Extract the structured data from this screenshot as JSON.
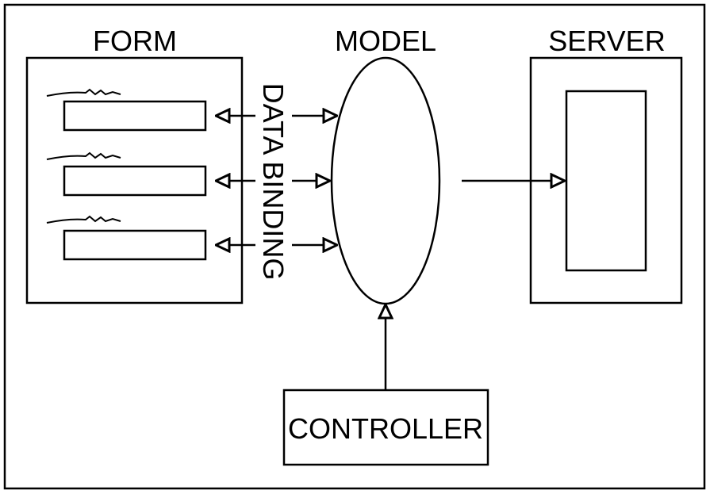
{
  "labels": {
    "form": "FORM",
    "model": "MODEL",
    "server": "SERVER",
    "data_binding": "DATA BINDING",
    "controller": "CONTROLLER"
  },
  "colors": {
    "stroke": "#000000",
    "background": "#ffffff"
  }
}
